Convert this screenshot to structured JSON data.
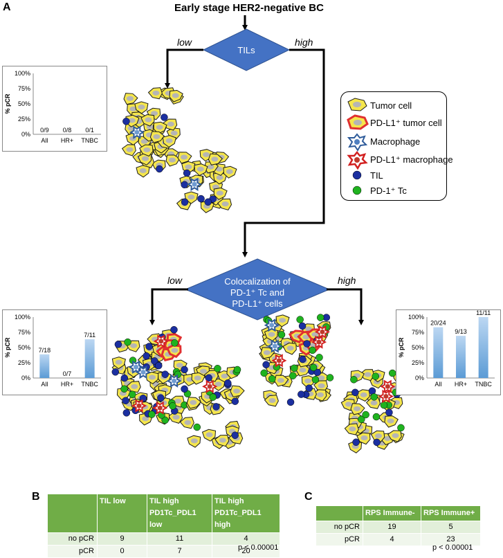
{
  "panel_a": {
    "letter": "A",
    "title": "Early stage HER2-negative BC",
    "decision1": {
      "label": "TILs",
      "low": "low",
      "high": "high"
    },
    "decision2": {
      "line1": "Colocalization of",
      "line2": "PD-1⁺ Tc and",
      "line3": "PD-L1⁺ cells",
      "low": "low",
      "high": "high"
    },
    "legend": {
      "items": [
        {
          "label": "Tumor cell",
          "icon": "tumor-cell-icon",
          "color": "#f5e64c"
        },
        {
          "label": "PD-L1⁺ tumor cell",
          "icon": "pdl1-tumor-cell-icon",
          "color": "#e03030"
        },
        {
          "label": "Macrophage",
          "icon": "macrophage-icon",
          "color": "#2e5b9a"
        },
        {
          "label": "PD-L1⁺ macrophage",
          "icon": "pdl1-macrophage-icon",
          "color": "#d22020"
        },
        {
          "label": "TIL",
          "icon": "til-icon",
          "color": "#1b2fa0"
        },
        {
          "label": "PD-1⁺ Tc",
          "icon": "pd1-tc-icon",
          "color": "#1fb31f"
        }
      ]
    },
    "colors": {
      "diamond": "#4472c4",
      "bar": "#5b9bd5",
      "arrow": "#000000"
    }
  },
  "chart_data": [
    {
      "type": "bar",
      "ylabel": "% pCR",
      "categories": [
        "All",
        "HR+",
        "TNBC"
      ],
      "values": [
        0,
        0,
        0
      ],
      "labels": [
        "0/9",
        "0/8",
        "0/1"
      ],
      "yticks": [
        "100%",
        "75%",
        "50%",
        "25%",
        "0%"
      ],
      "ylim": [
        0,
        100
      ]
    },
    {
      "type": "bar",
      "ylabel": "% pCR",
      "categories": [
        "All",
        "HR+",
        "TNBC"
      ],
      "values": [
        38.9,
        0,
        63.6
      ],
      "labels": [
        "7/18",
        "0/7",
        "7/11"
      ],
      "yticks": [
        "100%",
        "75%",
        "50%",
        "25%",
        "0%"
      ],
      "ylim": [
        0,
        100
      ]
    },
    {
      "type": "bar",
      "ylabel": "% pCR",
      "categories": [
        "All",
        "HR+",
        "TNBC"
      ],
      "values": [
        83.3,
        69.2,
        100
      ],
      "labels": [
        "20/24",
        "9/13",
        "11/11"
      ],
      "yticks": [
        "100%",
        "75%",
        "50%",
        "25%",
        "0%"
      ],
      "ylim": [
        0,
        100
      ]
    }
  ],
  "panel_b": {
    "letter": "B",
    "headers": [
      {
        "line1": "",
        "line2": ""
      },
      {
        "line1": "TIL low",
        "line2": ""
      },
      {
        "line1": "TIL high",
        "line2": "PD1Tc_PDL1 low"
      },
      {
        "line1": "TIL high",
        "line2": "PD1Tc_PDL1 high"
      }
    ],
    "rows": [
      {
        "label": "no pCR",
        "values": [
          "9",
          "11",
          "4"
        ]
      },
      {
        "label": "pCR",
        "values": [
          "0",
          "7",
          "20"
        ]
      }
    ],
    "pvalue": "p < 0.00001"
  },
  "panel_c": {
    "letter": "C",
    "headers": [
      "",
      "RPS Immune-",
      "RPS Immune+"
    ],
    "rows": [
      {
        "label": "no pCR",
        "values": [
          "19",
          "5"
        ]
      },
      {
        "label": "pCR",
        "values": [
          "4",
          "23"
        ]
      }
    ],
    "pvalue": "p < 0.00001"
  }
}
